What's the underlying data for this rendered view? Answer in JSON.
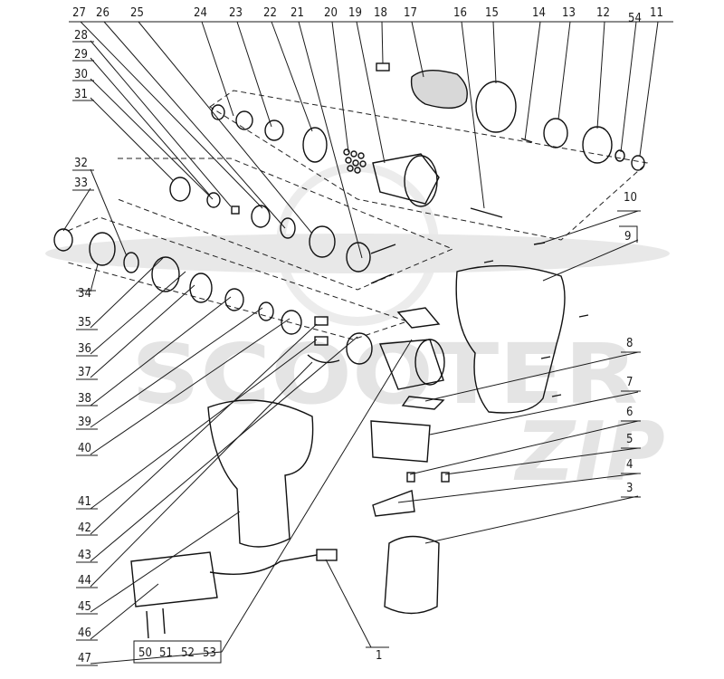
{
  "watermark": {
    "line1": "SCOOTER",
    "line2": "ZIP"
  },
  "top_labels": [
    "27",
    "26",
    "25",
    "24",
    "23",
    "22",
    "21",
    "20",
    "19",
    "18",
    "17",
    "16",
    "15",
    "14",
    "13",
    "12",
    "54",
    "11"
  ],
  "left_labels": [
    "28",
    "29",
    "30",
    "31",
    "32",
    "33",
    "34",
    "35",
    "36",
    "37",
    "38",
    "39",
    "40",
    "41",
    "42",
    "43",
    "44",
    "45",
    "46",
    "47"
  ],
  "right_labels": [
    "10",
    "9",
    "8",
    "7",
    "6",
    "5",
    "4",
    "3",
    "1"
  ],
  "box_labels": [
    "50",
    "51",
    "52",
    "53"
  ]
}
